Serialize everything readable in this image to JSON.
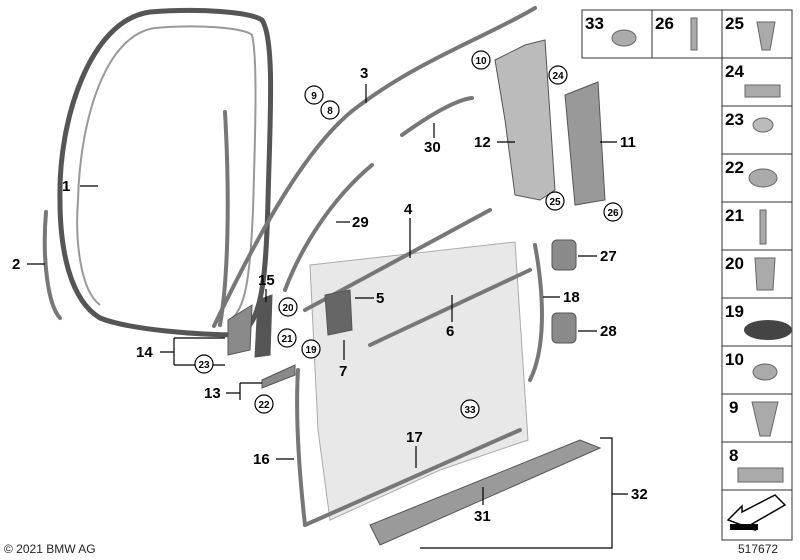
{
  "labels": {
    "l1": "1",
    "l2": "2",
    "l3": "3",
    "l4": "4",
    "l5": "5",
    "l6": "6",
    "l7": "7",
    "l11": "11",
    "l12": "12",
    "l13": "13",
    "l14": "14",
    "l15": "15",
    "l16": "16",
    "l17": "17",
    "l18": "18",
    "l27": "27",
    "l28": "28",
    "l29": "29",
    "l30": "30",
    "l31": "31",
    "l32": "32"
  },
  "circled": {
    "c8": "8",
    "c9": "9",
    "c10": "10",
    "c19": "19",
    "c20": "20",
    "c21": "21",
    "c22": "22",
    "c23": "23",
    "c24": "24",
    "c25": "25",
    "c26": "26",
    "c33": "33"
  },
  "legend": [
    "33",
    "26",
    "25",
    "24",
    "23",
    "22",
    "21",
    "20",
    "19",
    "10",
    "9",
    "8"
  ],
  "copyright": "© 2021 BMW AG",
  "diagram_number": "517672"
}
